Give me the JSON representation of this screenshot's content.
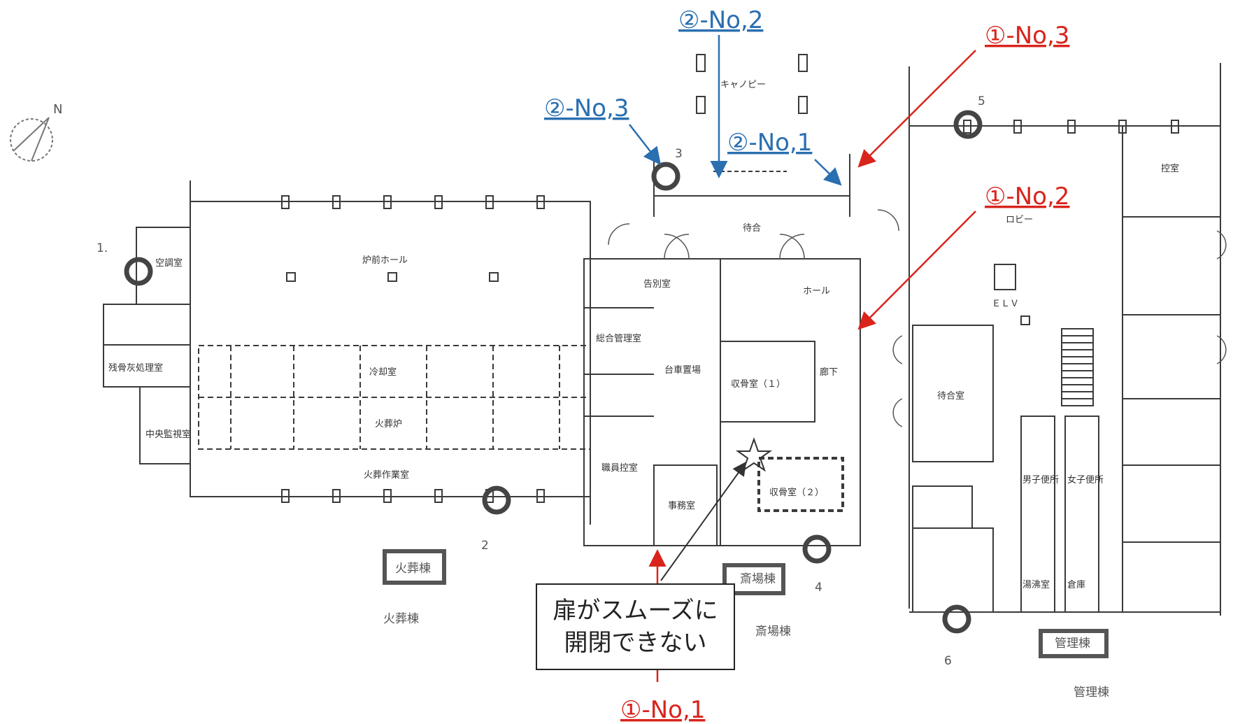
{
  "annotations": {
    "blue_no2": "②-No,2",
    "blue_no3": "②-No,3",
    "blue_no1": "②-No,1",
    "red_no3": "①-No,3",
    "red_no2": "①-No,2",
    "red_no1": "①-No,1"
  },
  "callout": {
    "text": "扉がスムーズに\n開閉できない"
  },
  "rooms": {
    "canopy": "キャノピー",
    "furnace_hall": "炉前ホール",
    "cooling_room": "冷却室",
    "furnace": "火葬炉",
    "cremation_work": "火葬作業室",
    "ash_room": "残骨灰処理室",
    "central_monitor": "中央監視室",
    "misc1": "空調室",
    "farewell": "告別室",
    "hall": "ホール",
    "waiting": "待合",
    "handling": "総合管理室",
    "cart_storage": "台車置場",
    "collect1": "収骨室（１）",
    "collect2": "収骨室（２）",
    "corridor": "廊下",
    "staff": "職員控室",
    "office": "事務室",
    "lobby": "ロビー",
    "elv": "ＥＬＶ",
    "waiting2": "待合室",
    "men_wc": "男子便所",
    "women_wc": "女子便所",
    "kitchen": "湯沸室",
    "storage": "倉庫",
    "room": "控室"
  },
  "handwritten": {
    "mark_1": "1.",
    "mark_2": "2",
    "mark_3": "3",
    "mark_4": "4",
    "mark_5": "5",
    "mark_6": "6",
    "label_kasou": "火葬棟",
    "label_saijo": "斎場棟",
    "label_kanri": "管理棟"
  },
  "compass": {
    "north": "N"
  },
  "colors": {
    "blue": "#2a6fb0",
    "red": "#d9241c",
    "line": "#3a3a3a"
  }
}
